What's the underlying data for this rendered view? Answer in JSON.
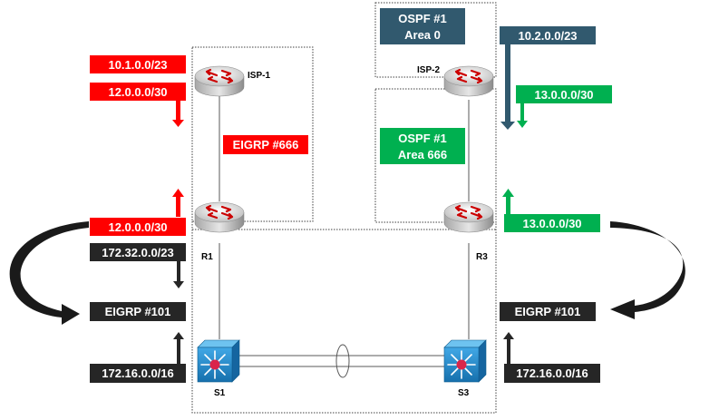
{
  "devices": {
    "isp1": "ISP-1",
    "isp2": "ISP-2",
    "r1": "R1",
    "r3": "R3",
    "s1": "S1",
    "s3": "S3"
  },
  "labels": {
    "isp1_net_a": "10.1.0.0/23",
    "isp1_net_b": "12.0.0.0/30",
    "eigrp_666": "EIGRP #666",
    "r1_net": "12.0.0.0/30",
    "r1_net_b": "172.32.0.0/23",
    "eigrp_101_left": "EIGRP #101",
    "s1_net": "172.16.0.0/16",
    "ospf_area0_line1": "OSPF #1",
    "ospf_area0_line2": "Area 0",
    "isp2_net_a": "10.2.0.0/23",
    "isp2_net_b": "13.0.0.0/30",
    "ospf_area666_line1": "OSPF #1",
    "ospf_area666_line2": "Area 666",
    "r3_net": "13.0.0.0/30",
    "eigrp_101_right": "EIGRP #101",
    "s3_net": "172.16.0.0/16"
  },
  "colors": {
    "red": "#ff0000",
    "dark": "#262626",
    "teal": "#31596e",
    "green": "#00b050",
    "switch": "#1f8fd4",
    "router": "#d9d9d9"
  }
}
